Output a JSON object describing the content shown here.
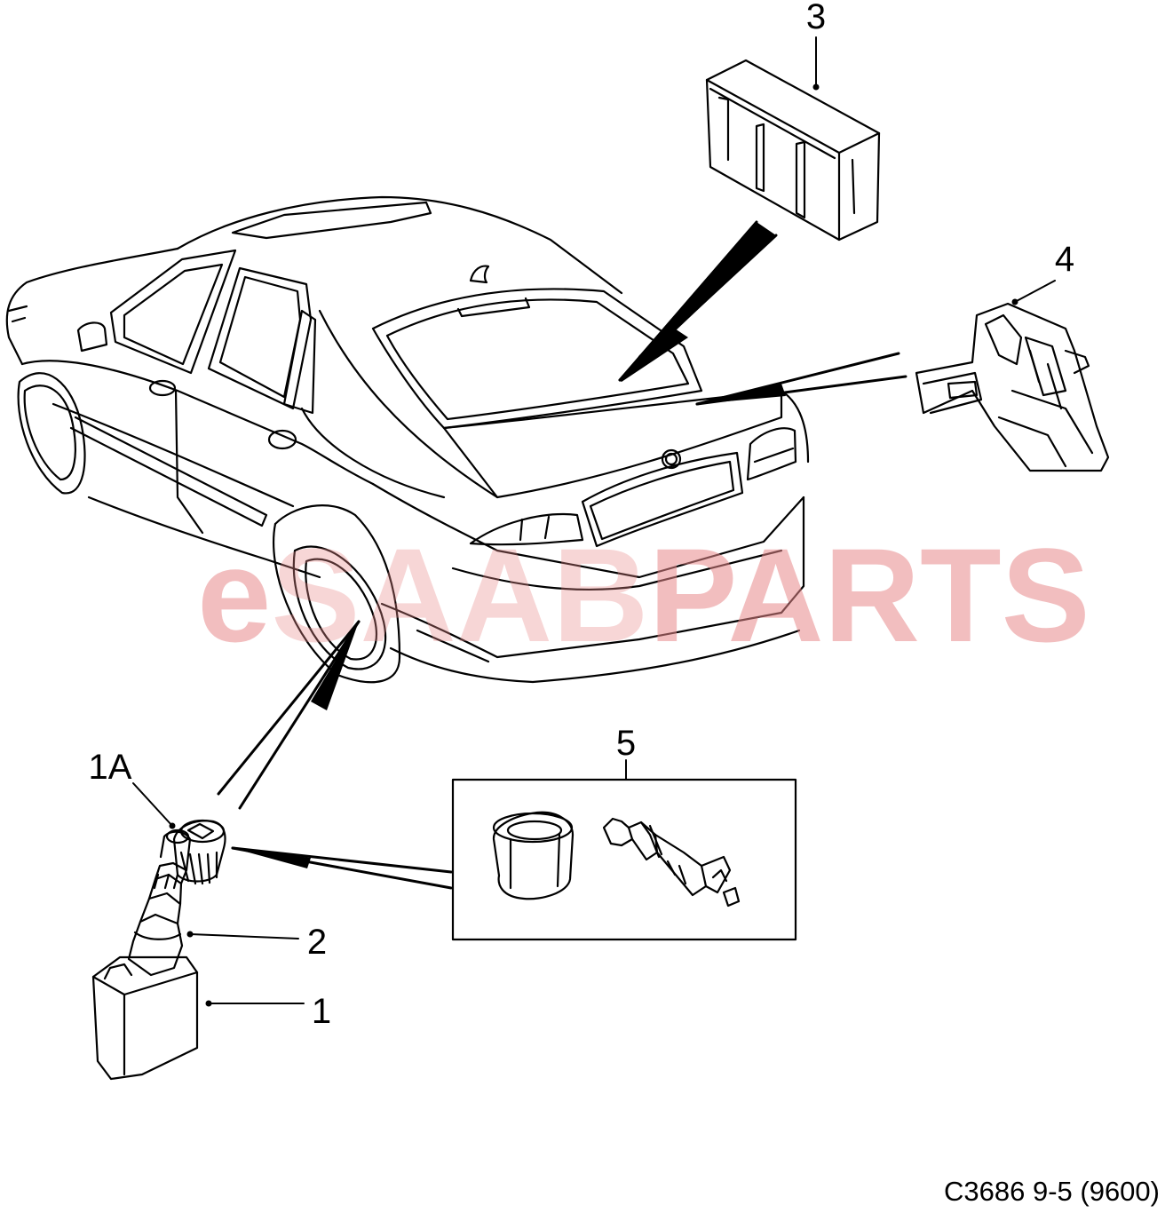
{
  "watermark": {
    "prefix": "e",
    "middle": "SAAB",
    "suffix": "PARTS",
    "color": "#e8898a"
  },
  "callouts": [
    {
      "id": "1",
      "label": "1"
    },
    {
      "id": "1A",
      "label": "1A"
    },
    {
      "id": "2",
      "label": "2"
    },
    {
      "id": "3",
      "label": "3"
    },
    {
      "id": "4",
      "label": "4"
    },
    {
      "id": "5",
      "label": "5"
    }
  ],
  "footer": {
    "code": "C3686 9-5 (9600)"
  }
}
